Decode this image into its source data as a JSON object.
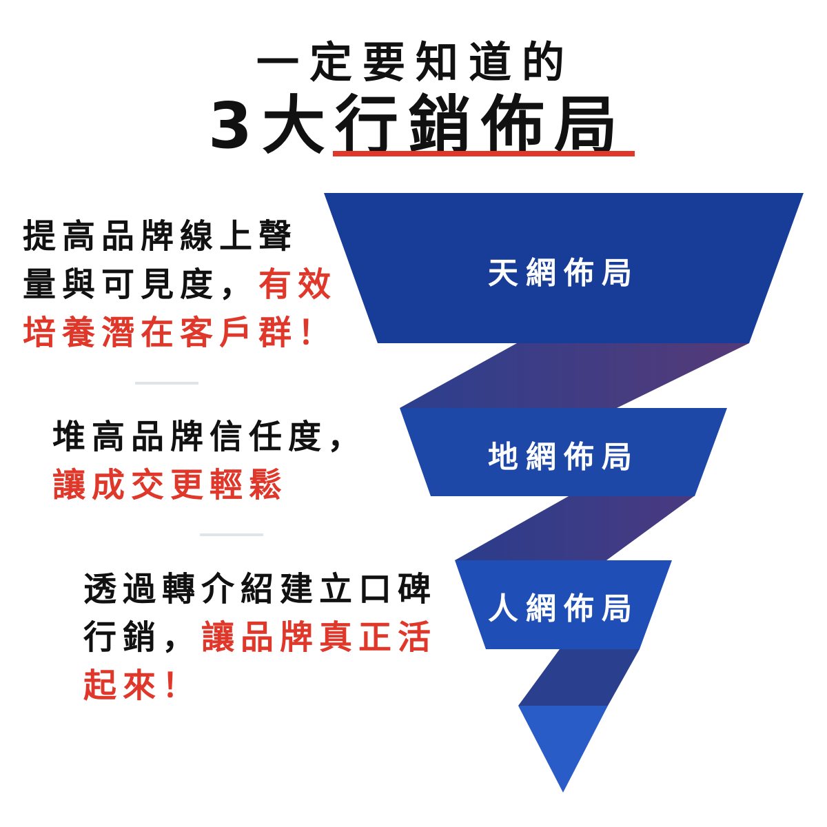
{
  "title": {
    "line1": "一定要知道的",
    "line2": "3大行銷佈局"
  },
  "funnel": [
    {
      "label": "天網佈局",
      "color": "#173d99"
    },
    {
      "label": "地網佈局",
      "color": "#1d48a8"
    },
    {
      "label": "人網佈局",
      "color": "#1f4fb6"
    }
  ],
  "accent_color": "#e0372b",
  "blocks": [
    {
      "lines": [
        [
          {
            "text": "提高品牌線上聲",
            "red": false
          }
        ],
        [
          {
            "text": "量與可見度，",
            "red": false
          },
          {
            "text": "有效",
            "red": true
          }
        ],
        [
          {
            "text": "培養潛在客戶群！",
            "red": true
          }
        ]
      ]
    },
    {
      "lines": [
        [
          {
            "text": "堆高品牌信任度，",
            "red": false
          }
        ],
        [
          {
            "text": "讓成交更輕鬆",
            "red": true
          }
        ]
      ]
    },
    {
      "lines": [
        [
          {
            "text": "透過轉介紹建立口碑",
            "red": false
          }
        ],
        [
          {
            "text": "行銷，",
            "red": false
          },
          {
            "text": "讓品牌真正活",
            "red": true
          }
        ],
        [
          {
            "text": "起來！",
            "red": true
          }
        ]
      ]
    }
  ]
}
